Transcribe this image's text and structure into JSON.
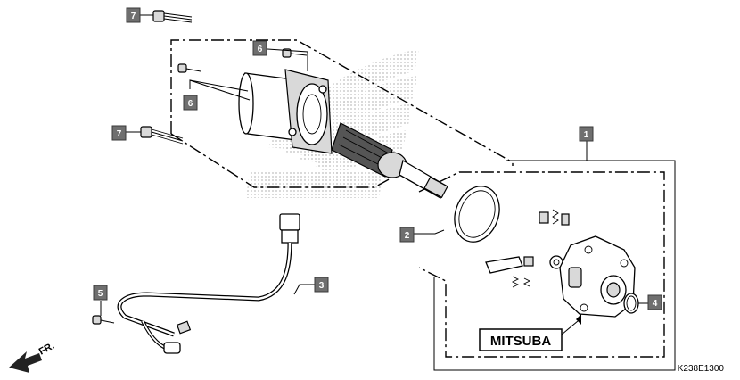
{
  "diagram": {
    "code": "K238E1300",
    "direction_label": "FR.",
    "brand_label": "MITSUBA",
    "callouts": [
      "7",
      "6",
      "6",
      "7",
      "1",
      "2",
      "3",
      "5",
      "4"
    ]
  },
  "colors": {
    "callout_fill": "#6f6f6f",
    "line": "#000000",
    "watermark": "#c8c8c8"
  },
  "icons": [
    "honda-wing-watermark",
    "front-direction-arrow-icon"
  ]
}
